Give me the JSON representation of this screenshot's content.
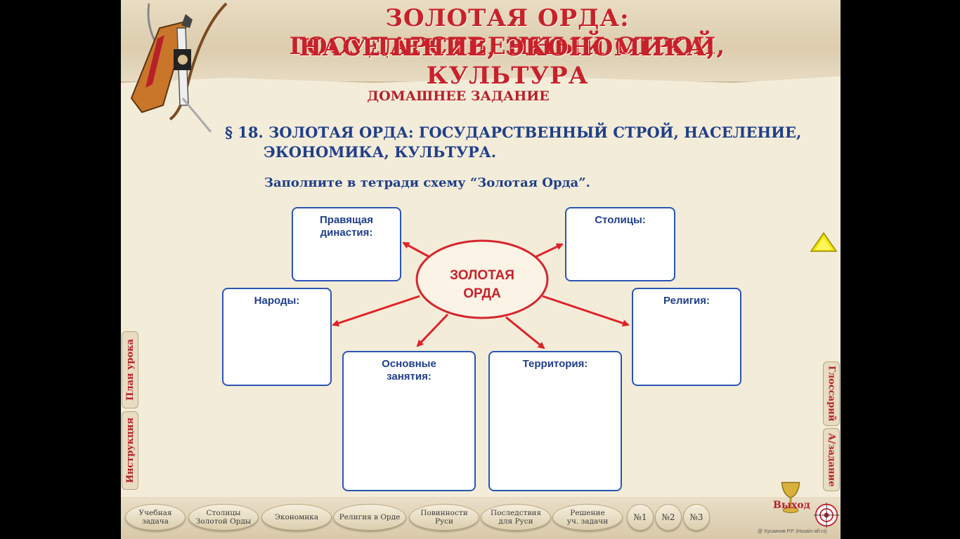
{
  "header": {
    "title_line_1": "ЗОЛОТАЯ ОРДА: ГОСУДАРСТВЕННЫЙ СТРОЙ,",
    "title_line_2": "НАСЕЛЕНИЕ, ЭКОНОМИКА, КУЛЬТУРА"
  },
  "content": {
    "homework_heading": "ДОМАШНЕЕ ЗАДАНИЕ",
    "paragraph_line_1": "§ 18. ЗОЛОТАЯ ОРДА: ГОСУДАРСТВЕННЫЙ СТРОЙ, НАСЕЛЕНИЕ,",
    "paragraph_line_2": "ЭКОНОМИКА, КУЛЬТУРА.",
    "instruction": "Заполните в тетради схему “Золотая Орда”."
  },
  "diagram": {
    "center_line_1": "ЗОЛОТАЯ",
    "center_line_2": "ОРДА",
    "boxes": {
      "dynasty": "Правящая династия:",
      "capitals": "Столицы:",
      "peoples": "Народы:",
      "religion": "Религия:",
      "occupations": "Основные занятия:",
      "territory": "Территория:"
    },
    "colors": {
      "arrow": "#e02228",
      "box_border": "#2a55b5",
      "text": "#1f3f8a"
    }
  },
  "side_tabs": {
    "lesson_plan": "План урока",
    "instructions": "Инструкция",
    "glossary": "Глоссарий",
    "a_task": "А/задание"
  },
  "bottom_nav": {
    "items": [
      {
        "line1": "Учебная",
        "line2": "задача"
      },
      {
        "line1": "Столицы",
        "line2": "Золотой Орды"
      },
      {
        "line1": "Экономика",
        "line2": ""
      },
      {
        "line1": "Религия в Орде",
        "line2": ""
      },
      {
        "line1": "Повинности",
        "line2": "Руси"
      },
      {
        "line1": "Последствия",
        "line2": "для Руси"
      },
      {
        "line1": "Решение",
        "line2": "уч. задачи"
      },
      {
        "line1": "№1",
        "line2": ""
      },
      {
        "line1": "№2",
        "line2": ""
      },
      {
        "line1": "№3",
        "line2": ""
      }
    ],
    "exit_label": "Выход",
    "credit": "@ Хусаинов Р.Р. (Husain-afi.ru)"
  }
}
